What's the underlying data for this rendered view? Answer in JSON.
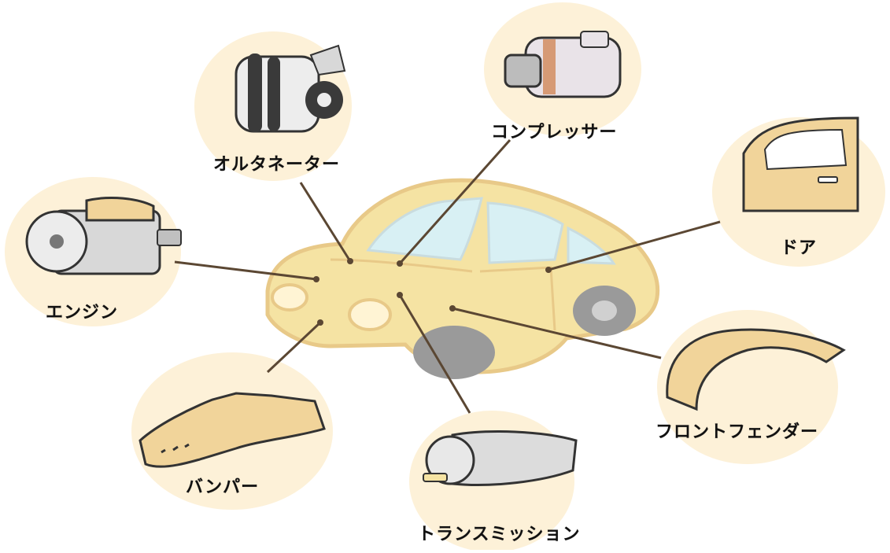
{
  "diagram": {
    "parts": {
      "alternator": "オルタネーター",
      "compressor": "コンプレッサー",
      "door": "ドア",
      "engine": "エンジン",
      "front_fender": "フロントフェンダー",
      "bumper": "バンパー",
      "transmission": "トランスミッション"
    },
    "colors": {
      "car_body": "#f5e3a3",
      "car_outline": "#e8c988",
      "bubble": "#fdf1d8",
      "line": "#5b4733",
      "part_gray": "#7a7a7a",
      "window": "#d8f0f4"
    }
  }
}
